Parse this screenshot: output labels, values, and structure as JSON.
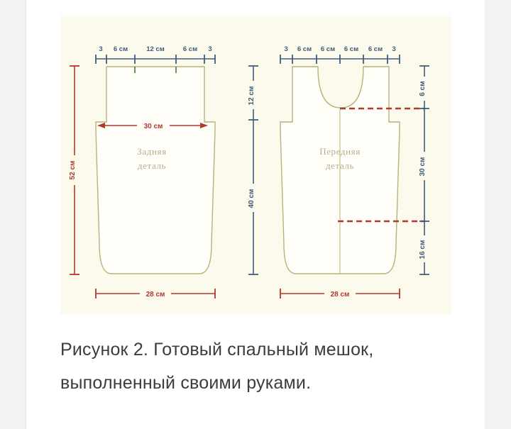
{
  "caption": {
    "line1": "Рисунок 2. Готовый спальный мешок,",
    "line2": "выполненный своими руками."
  },
  "figure": {
    "background_color": "#fbfaec",
    "outline_color": "#b8b277",
    "red_color": "#b03a2e",
    "blue_color": "#3e5d7e",
    "green_color": "#5a8a4a",
    "back_piece": {
      "label_line1": "Задняя",
      "label_line2": "деталь",
      "top_scale": [
        "3",
        "6 см",
        "12 см",
        "6 см",
        "3"
      ],
      "width_label": "30 см",
      "height_label": "52 см",
      "bottom_label": "28 см"
    },
    "front_piece": {
      "label_line1": "Передняя",
      "label_line2": "деталь",
      "top_scale": [
        "3",
        "6 см",
        "6 см",
        "6 см",
        "6 см",
        "3"
      ],
      "bottom_label": "28 см"
    },
    "center_scale": {
      "top_segment": "12 см",
      "bottom_segment": "40 см"
    },
    "right_scale": {
      "segment1": "6 см",
      "segment2": "30 см",
      "segment3": "16 см"
    }
  }
}
